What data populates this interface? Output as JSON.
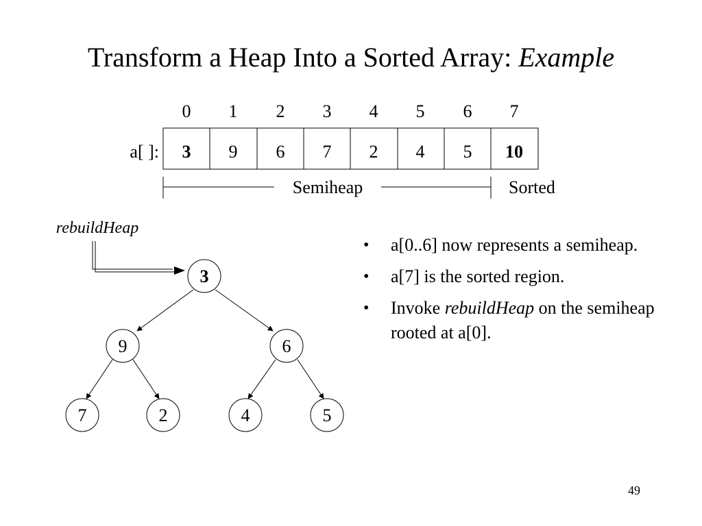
{
  "title": {
    "main": "Transform a Heap Into a Sorted Array:",
    "italic": "Example"
  },
  "array": {
    "label": "a[ ]:",
    "indices": [
      "0",
      "1",
      "2",
      "3",
      "4",
      "5",
      "6",
      "7"
    ],
    "values": [
      "3",
      "9",
      "6",
      "7",
      "2",
      "4",
      "5",
      "10"
    ],
    "bold": [
      true,
      false,
      false,
      false,
      false,
      false,
      false,
      true
    ]
  },
  "regions": {
    "semiheap": "Semiheap",
    "sorted": "Sorted"
  },
  "callout": "rebuildHeap",
  "tree": {
    "nodes": [
      "3",
      "9",
      "6",
      "7",
      "2",
      "4",
      "5"
    ],
    "root_bold": true
  },
  "bullets": {
    "b1": "a[0..6] now represents a semiheap.",
    "b2": "a[7] is the sorted region.",
    "b3_pre": "Invoke ",
    "b3_italic": "rebuildHeap",
    "b3_post": " on the semiheap rooted at a[0]."
  },
  "page_number": "49"
}
